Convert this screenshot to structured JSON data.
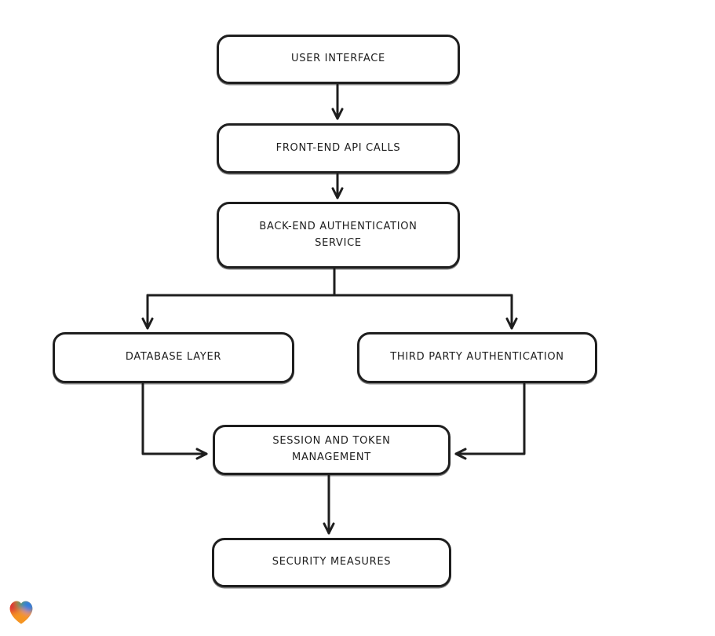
{
  "diagram": {
    "nodes": [
      {
        "id": "user-interface",
        "label": "USER INTERFACE"
      },
      {
        "id": "front-end-api-calls",
        "label": "FRONT-END API CALLS"
      },
      {
        "id": "back-end-authentication-service",
        "label": "BACK-END AUTHENTICATION\nSERVICE"
      },
      {
        "id": "database-layer",
        "label": "DATABASE LAYER"
      },
      {
        "id": "third-party-authentication",
        "label": "THIRD PARTY AUTHENTICATION"
      },
      {
        "id": "session-and-token-management",
        "label": "SESSION AND TOKEN\nMANAGEMENT"
      },
      {
        "id": "security-measures",
        "label": "SECURITY MEASURES"
      }
    ],
    "edges": [
      {
        "from": "user-interface",
        "to": "front-end-api-calls"
      },
      {
        "from": "front-end-api-calls",
        "to": "back-end-authentication-service"
      },
      {
        "from": "back-end-authentication-service",
        "to": "database-layer"
      },
      {
        "from": "back-end-authentication-service",
        "to": "third-party-authentication"
      },
      {
        "from": "database-layer",
        "to": "session-and-token-management"
      },
      {
        "from": "third-party-authentication",
        "to": "session-and-token-management"
      },
      {
        "from": "session-and-token-management",
        "to": "security-measures"
      }
    ],
    "style": {
      "stroke_color": "#1e1e1e",
      "node_fill": "#ffffff",
      "background": "#ffffff"
    }
  },
  "branding": {
    "logo_icon": "heart-icon",
    "logo_colors": {
      "red": "#e02d35",
      "green": "#35a24b",
      "blue": "#2b7de1",
      "orange": "#f59422"
    }
  }
}
